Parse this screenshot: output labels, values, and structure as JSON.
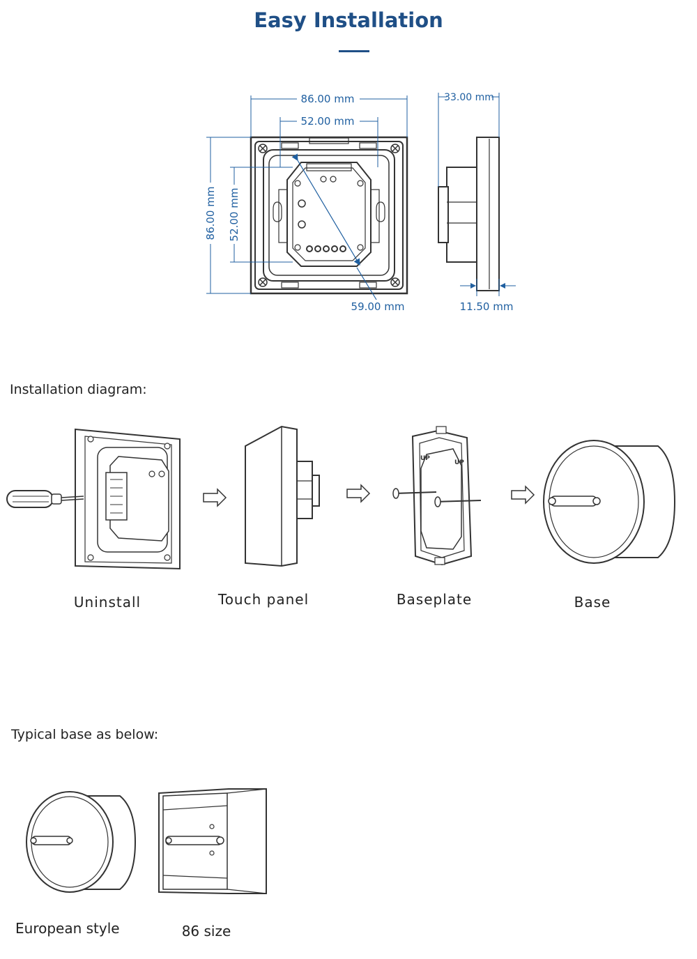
{
  "header": {
    "title": "Easy Installation",
    "accent_color": "#1f4f86"
  },
  "dimensions": {
    "front": {
      "width_outer": "86.00 mm",
      "width_inner": "52.00 mm",
      "height_outer": "86.00 mm",
      "height_inner": "52.00 mm",
      "diagonal": "59.00 mm"
    },
    "side": {
      "depth": "33.00 mm",
      "panel_thickness": "11.50 mm"
    },
    "dimension_color": "#1f5fa0"
  },
  "installation": {
    "label": "Installation diagram:",
    "steps": [
      {
        "caption": "Uninstall"
      },
      {
        "caption": "Touch panel"
      },
      {
        "caption": "Baseplate"
      },
      {
        "caption": "Base"
      }
    ],
    "baseplate_marks": [
      "UP",
      "UP"
    ]
  },
  "typical_base": {
    "label": "Typical base as below:",
    "items": [
      {
        "caption": "European style"
      },
      {
        "caption": "86 size"
      }
    ]
  }
}
